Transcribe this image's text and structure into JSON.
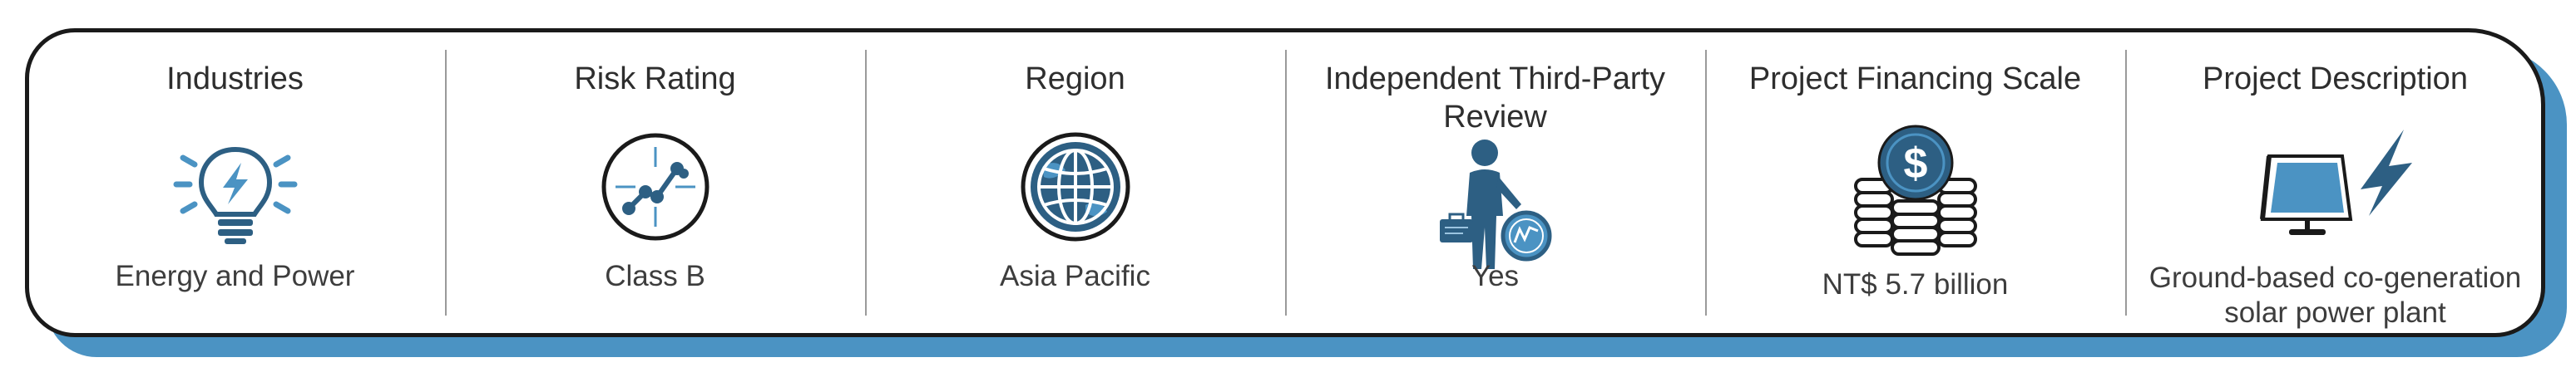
{
  "colors": {
    "accent_blue": "#4b93c3",
    "dark_blue": "#2d5f83",
    "outline": "#1a1a1a"
  },
  "items": [
    {
      "title": "Industries",
      "icon": "lightbulb-lightning-icon",
      "value": "Energy and Power"
    },
    {
      "title": "Risk Rating",
      "icon": "trend-chart-circle-icon",
      "value": "Class B"
    },
    {
      "title": "Region",
      "icon": "globe-icon",
      "value": "Asia Pacific"
    },
    {
      "title": "Independent Third-Party Review",
      "icon": "reviewer-person-icon",
      "value": "Yes"
    },
    {
      "title": "Project Financing Scale",
      "icon": "dollar-coin-stack-icon",
      "value": "NT$ 5.7 billion"
    },
    {
      "title": "Project Description",
      "icon": "solar-panel-lightning-icon",
      "value": "Ground-based co-generation solar power plant"
    }
  ]
}
